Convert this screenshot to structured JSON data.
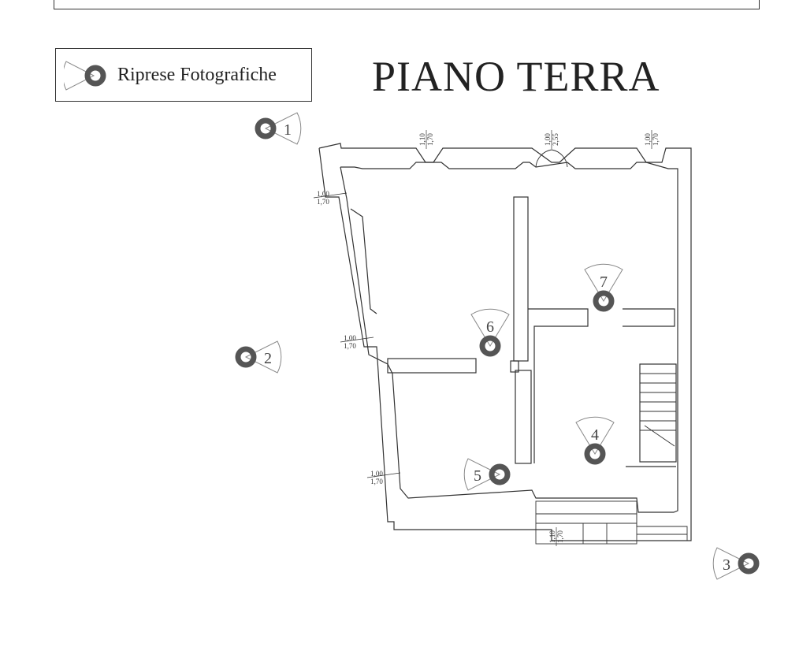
{
  "title": "PIANO TERRA",
  "legend": {
    "label": "Riprese Fotografiche",
    "icon": "camera-viewpoint-icon"
  },
  "photo_points": [
    {
      "number": "1",
      "direction": "right"
    },
    {
      "number": "2",
      "direction": "right"
    },
    {
      "number": "3",
      "direction": "left"
    },
    {
      "number": "4",
      "direction": "up"
    },
    {
      "number": "5",
      "direction": "left"
    },
    {
      "number": "6",
      "direction": "up"
    },
    {
      "number": "7",
      "direction": "up"
    }
  ],
  "openings": [
    {
      "width": "1,10",
      "height": "1,70"
    },
    {
      "width": "1,00",
      "height": "2,55"
    },
    {
      "width": "1,00",
      "height": "1,70"
    },
    {
      "width": "1,00",
      "height": "1,70"
    },
    {
      "width": "1,00",
      "height": "1,70"
    },
    {
      "width": "1,00",
      "height": "1,70"
    },
    {
      "width": "1,10",
      "height": "1,70"
    }
  ],
  "colors": {
    "line": "#333333",
    "marker": "#555555",
    "fan": "#888888"
  }
}
